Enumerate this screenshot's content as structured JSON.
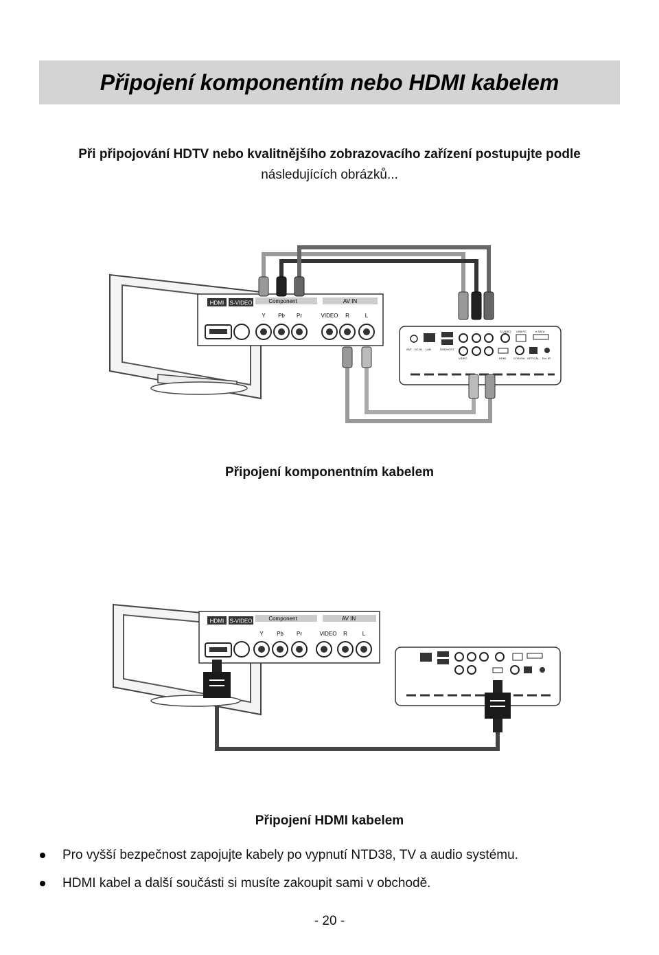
{
  "title": "Připojení komponentím nebo HDMI kabelem",
  "intro": {
    "line1": "Při připojování HDTV nebo kvalitnějšího zobrazovacího zařízení postupujte podle",
    "line2": "následujících obrázků..."
  },
  "tv_panel": {
    "hdmi": "HDMI",
    "svideo": "S-VIDEO",
    "component": "Component",
    "avin": "AV IN",
    "y": "Y",
    "pb": "Pb",
    "pr": "Pr",
    "video": "VIDEO",
    "r": "R",
    "l": "L"
  },
  "device_panel": {
    "ant": "ANT",
    "dcin": "DC IN",
    "lan": "LAN",
    "usbhost": "USB HOST",
    "video": "VIDEO",
    "svideo": "S-VIDEO",
    "usbpc": "USB PC",
    "esata": "e-SATA",
    "coaxial": "COAXIAL",
    "optical": "OPTICAL",
    "irin": "Ext. IR",
    "hdmi": "HDMI"
  },
  "caption1": "Připojení komponentním kabelem",
  "caption2": "Připojení HDMI kabelem",
  "bullets": [
    "Pro vyšší bezpečnost zapojujte kabely po vypnutí NTD38, TV a audio systému.",
    "HDMI kabel a další součásti si musíte zakoupit sami v obchodě."
  ],
  "page_number": "- 20 -"
}
